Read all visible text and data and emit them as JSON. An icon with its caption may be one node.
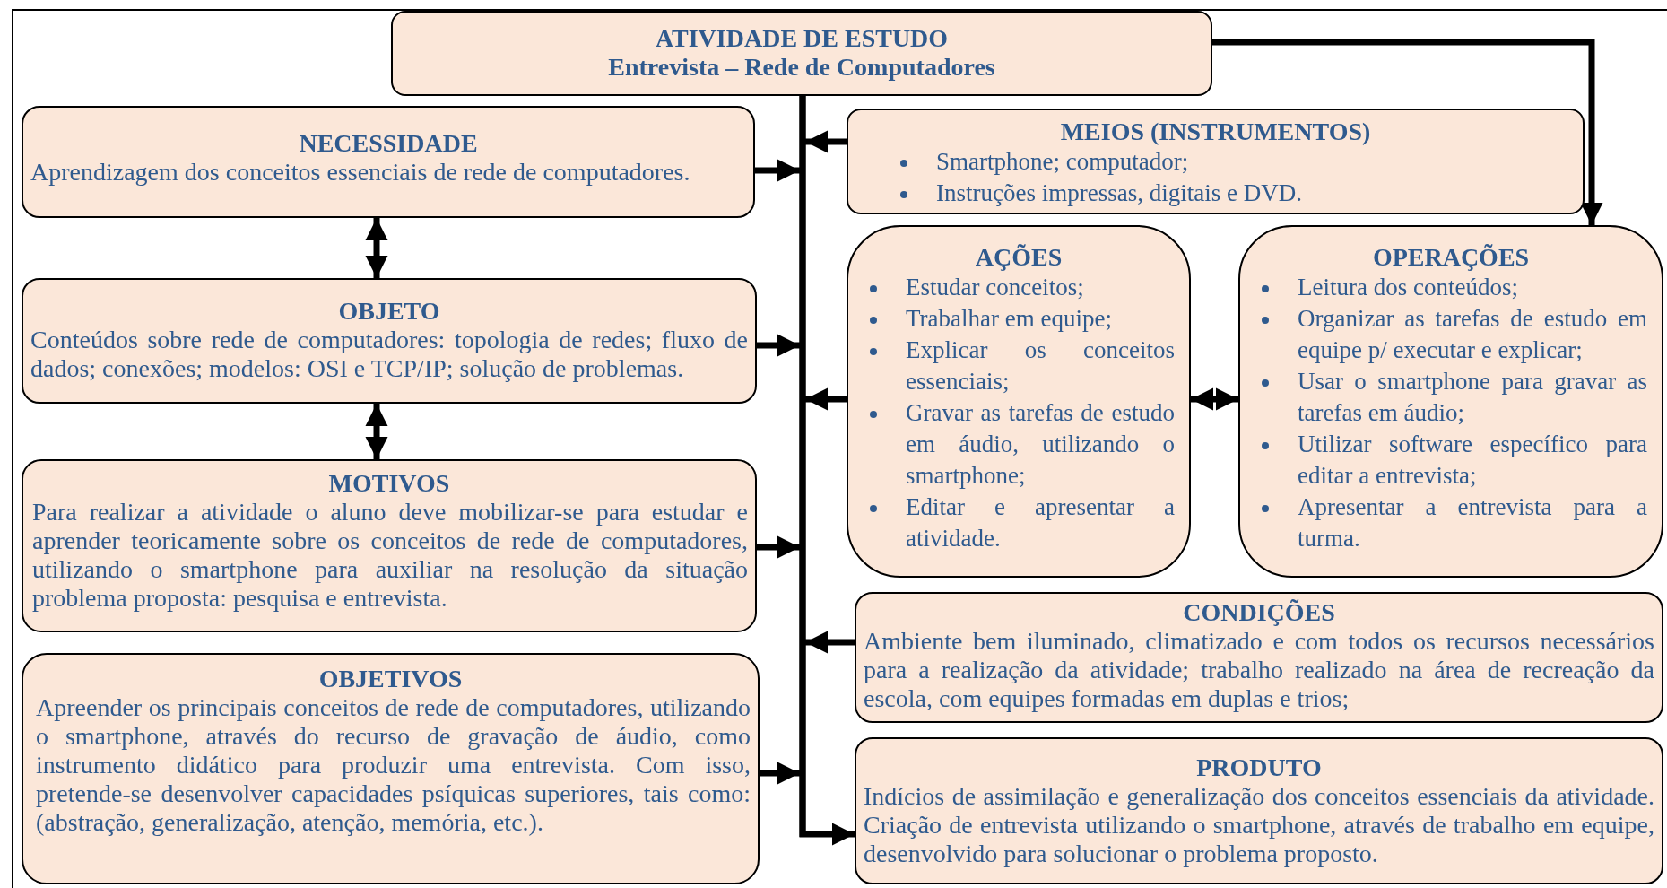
{
  "diagram": {
    "nodes": [
      {
        "text": [
          "ATIVIDADE DE ESTUDO",
          "Entrevista – Rede de Computadores"
        ]
      },
      {
        "text": [
          "NECESSIDADE",
          "Aprendizagem dos conceitos essenciais de rede de computadores."
        ]
      },
      {
        "text": [
          "OBJETO",
          "Conteúdos sobre rede de computadores: topologia de redes; fluxo de dados; conexões; modelos: OSI e TCP/IP; solução de problemas."
        ]
      },
      {
        "text": [
          "MOTIVOS",
          "Para realizar a atividade o aluno deve mobilizar-se para estudar e aprender teoricamente sobre os conceitos de rede de computadores, utilizando o smartphone para auxiliar na resolução da situação problema proposta: pesquisa e entrevista."
        ]
      },
      {
        "text": [
          "OBJETIVOS",
          "Apreender os principais conceitos de rede de computadores, utilizando o smartphone, através do recurso de gravação de áudio, como instrumento didático para produzir  uma entrevista. Com isso, pretende-se desenvolver capacidades psíquicas superiores, tais como: (abstração, generalização, atenção, memória, etc.)."
        ]
      },
      {
        "text": [
          "MEIOS (INSTRUMENTOS)",
          "Smartphone; computador;",
          "Instruções impressas, digitais e DVD."
        ]
      },
      {
        "text": [
          "AÇÕES",
          "Estudar conceitos;",
          "Trabalhar em equipe;",
          "Explicar os conceitos essenciais;",
          "Gravar as tarefas de estudo em áudio, utilizando o smartphone;",
          "Editar e apresentar a atividade."
        ]
      },
      {
        "text": [
          "OPERAÇÕES",
          "Leitura dos conteúdos;",
          "Organizar as tarefas de estudo em equipe p/ executar e explicar;",
          "Usar o smartphone para gravar as tarefas em áudio;",
          "Utilizar software específico para editar a entrevista;",
          "Apresentar a entrevista para a turma."
        ]
      },
      {
        "text": [
          "CONDIÇÕES",
          "Ambiente bem  iluminado, climatizado e com todos os recursos necessários para a realização da atividade; trabalho realizado na área de recreação da escola, com equipes formadas em duplas e trios;"
        ]
      },
      {
        "text": [
          "PRODUTO",
          "Indícios de assimilação e generalização dos conceitos essenciais da atividade. Criação de entrevista utilizando o smartphone, através de trabalho em  equipe, desenvolvido para solucionar o problema proposto."
        ]
      }
    ],
    "edges": [
      {
        "from": 0,
        "to": 9,
        "arrow": "to"
      },
      {
        "from": 0,
        "to": 7,
        "arrow": "to"
      },
      {
        "from": 1,
        "to": null,
        "arrow": "to"
      },
      {
        "from": 2,
        "to": null,
        "arrow": "to"
      },
      {
        "from": 3,
        "to": null,
        "arrow": "to"
      },
      {
        "from": 4,
        "to": null,
        "arrow": "to"
      },
      {
        "from": 5,
        "to": null,
        "arrow": "to"
      },
      {
        "from": 6,
        "to": null,
        "arrow": "to"
      },
      {
        "from": 8,
        "to": null,
        "arrow": "to"
      },
      {
        "from": 1,
        "to": 2,
        "arrow": "both"
      },
      {
        "from": 2,
        "to": 3,
        "arrow": "both"
      },
      {
        "from": 6,
        "to": 7,
        "arrow": "both"
      }
    ]
  }
}
